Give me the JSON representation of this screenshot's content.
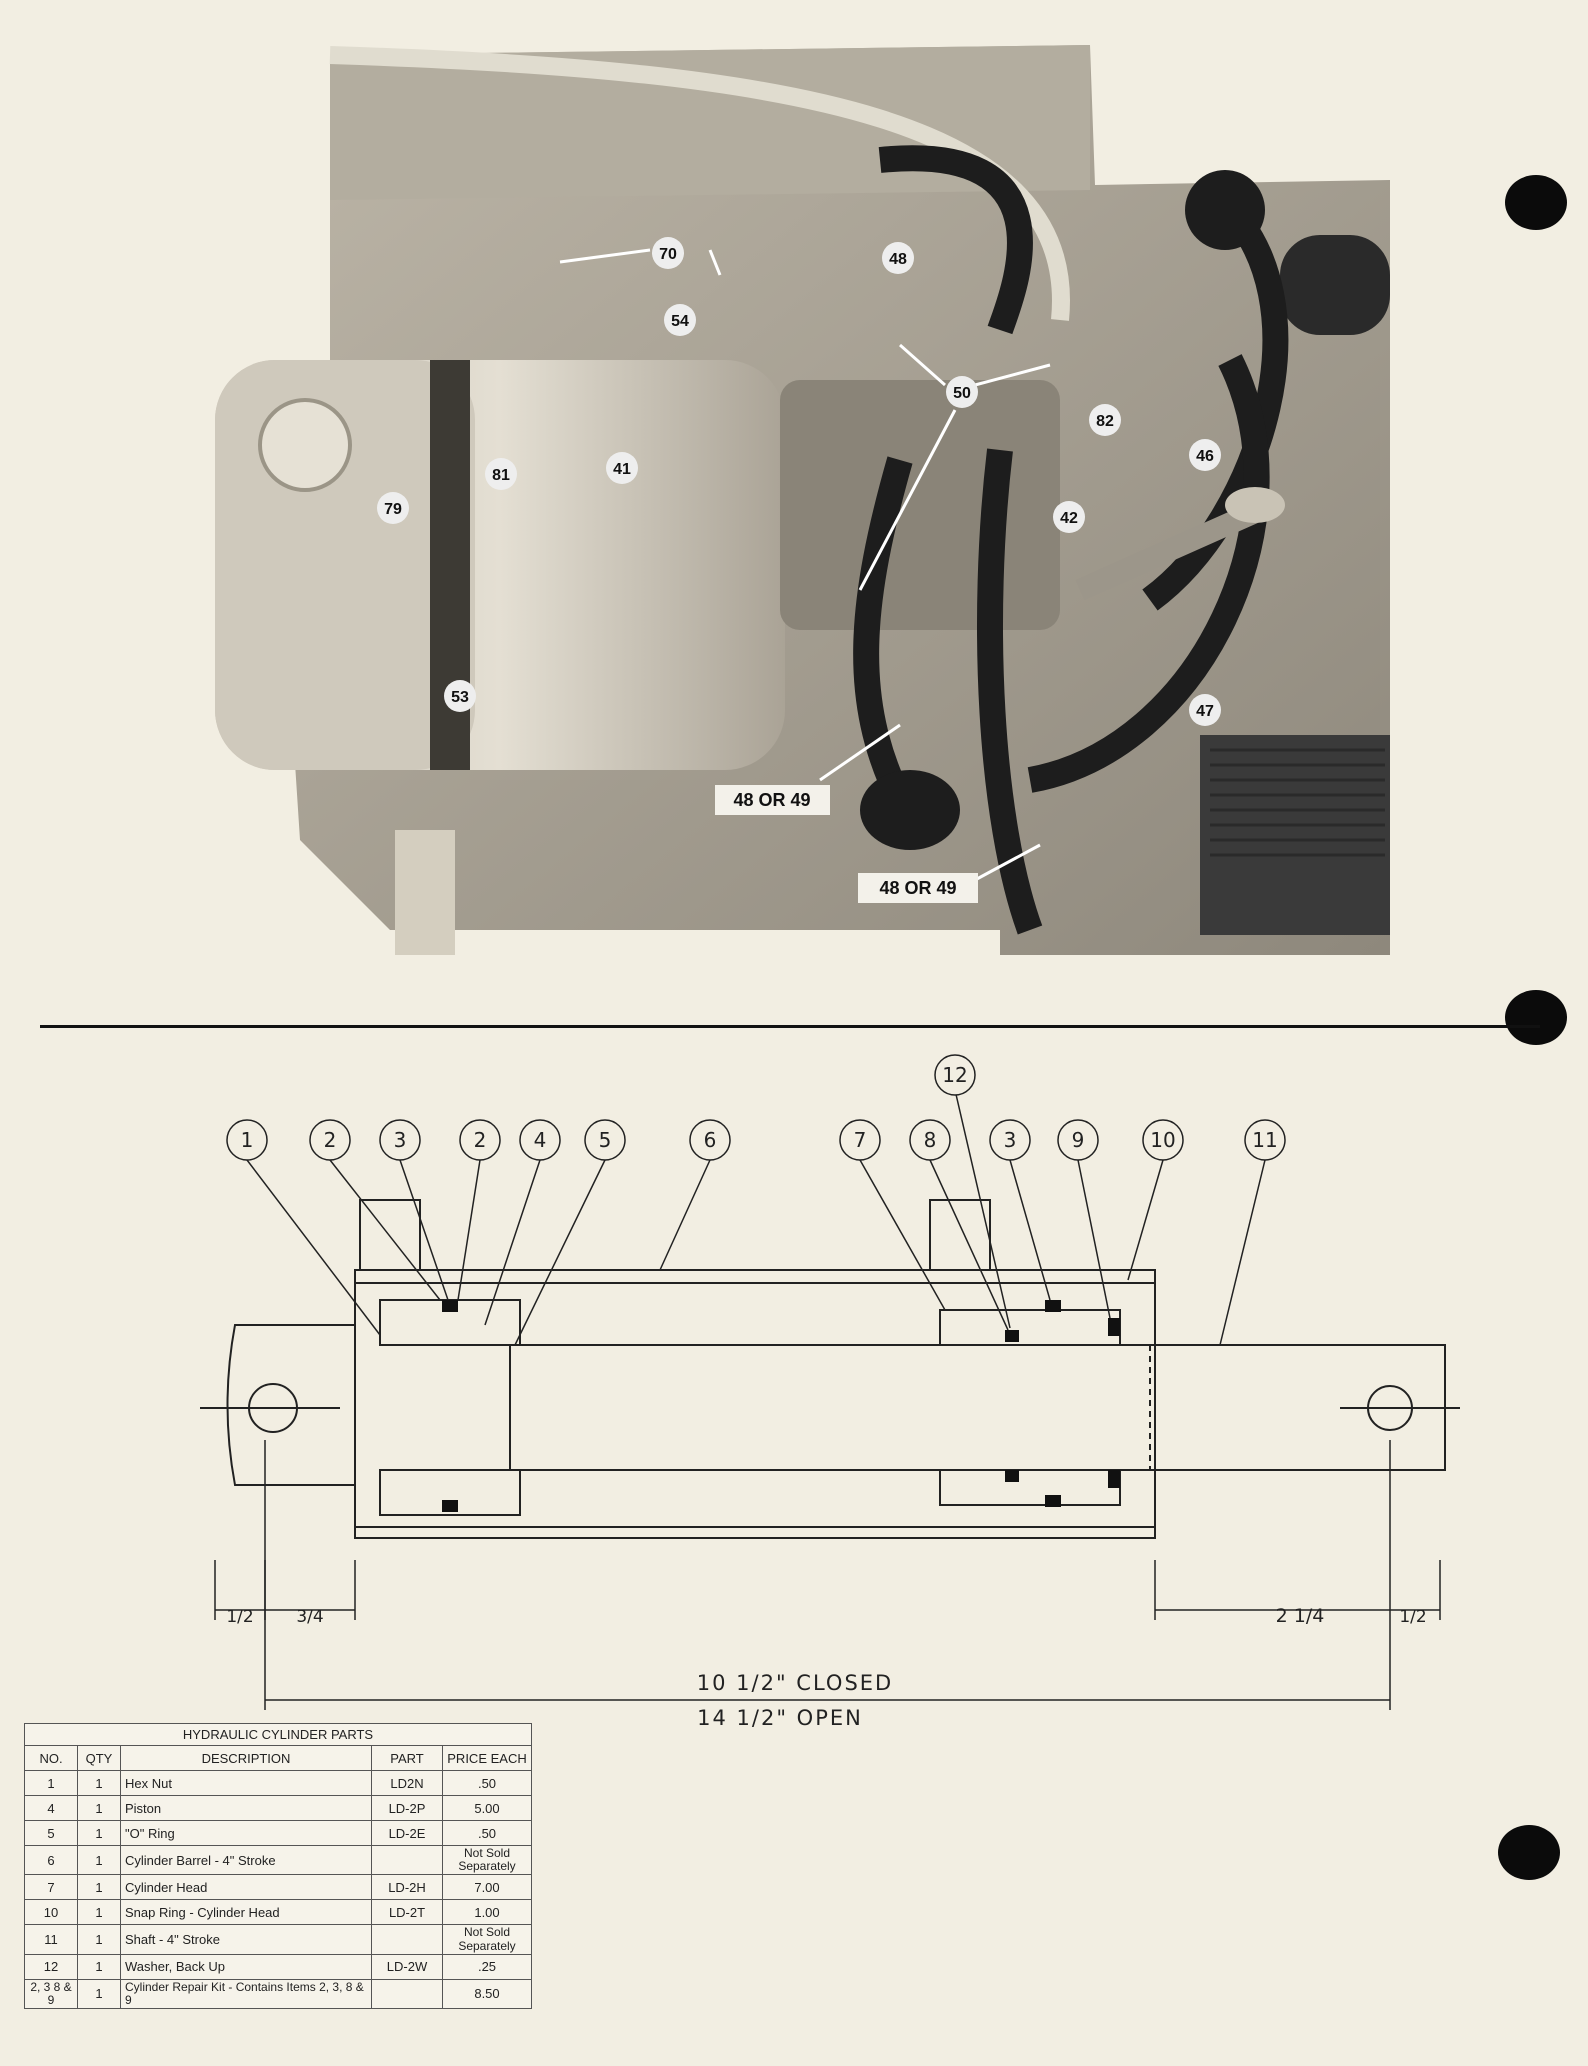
{
  "photo": {
    "callouts": [
      "70",
      "48",
      "54",
      "50",
      "82",
      "46",
      "41",
      "81",
      "79",
      "42",
      "53",
      "47"
    ],
    "tags": [
      "48 OR 49",
      "48 OR 49"
    ]
  },
  "diagram": {
    "callouts": [
      "1",
      "2",
      "3",
      "2",
      "4",
      "5",
      "6",
      "7",
      "8",
      "3",
      "9",
      "10",
      "11",
      "12"
    ],
    "dimensions": {
      "left_a": "1/2",
      "left_b": "3/4",
      "right_a": "2 1/4",
      "right_b": "1/2",
      "closed": "10 1/2\" CLOSED",
      "open": "14 1/2\" OPEN"
    }
  },
  "table": {
    "title": "HYDRAULIC CYLINDER PARTS",
    "headers": [
      "NO.",
      "QTY",
      "DESCRIPTION",
      "PART",
      "PRICE EACH"
    ],
    "rows": [
      {
        "no": "1",
        "qty": "1",
        "desc": "Hex Nut",
        "part": "LD2N",
        "price": ".50"
      },
      {
        "no": "4",
        "qty": "1",
        "desc": "Piston",
        "part": "LD-2P",
        "price": "5.00"
      },
      {
        "no": "5",
        "qty": "1",
        "desc": "\"O\" Ring",
        "part": "LD-2E",
        "price": ".50"
      },
      {
        "no": "6",
        "qty": "1",
        "desc": "Cylinder Barrel - 4\" Stroke",
        "part": "",
        "price": "Not Sold Separately"
      },
      {
        "no": "7",
        "qty": "1",
        "desc": "Cylinder Head",
        "part": "LD-2H",
        "price": "7.00"
      },
      {
        "no": "10",
        "qty": "1",
        "desc": "Snap Ring - Cylinder Head",
        "part": "LD-2T",
        "price": "1.00"
      },
      {
        "no": "11",
        "qty": "1",
        "desc": "Shaft - 4\" Stroke",
        "part": "",
        "price": "Not Sold Separately"
      },
      {
        "no": "12",
        "qty": "1",
        "desc": "Washer, Back Up",
        "part": "LD-2W",
        "price": ".25"
      },
      {
        "no": "2, 3 8 & 9",
        "qty": "1",
        "desc": "Cylinder Repair Kit - Contains Items 2, 3, 8 & 9",
        "part": "",
        "price": "8.50"
      }
    ]
  }
}
